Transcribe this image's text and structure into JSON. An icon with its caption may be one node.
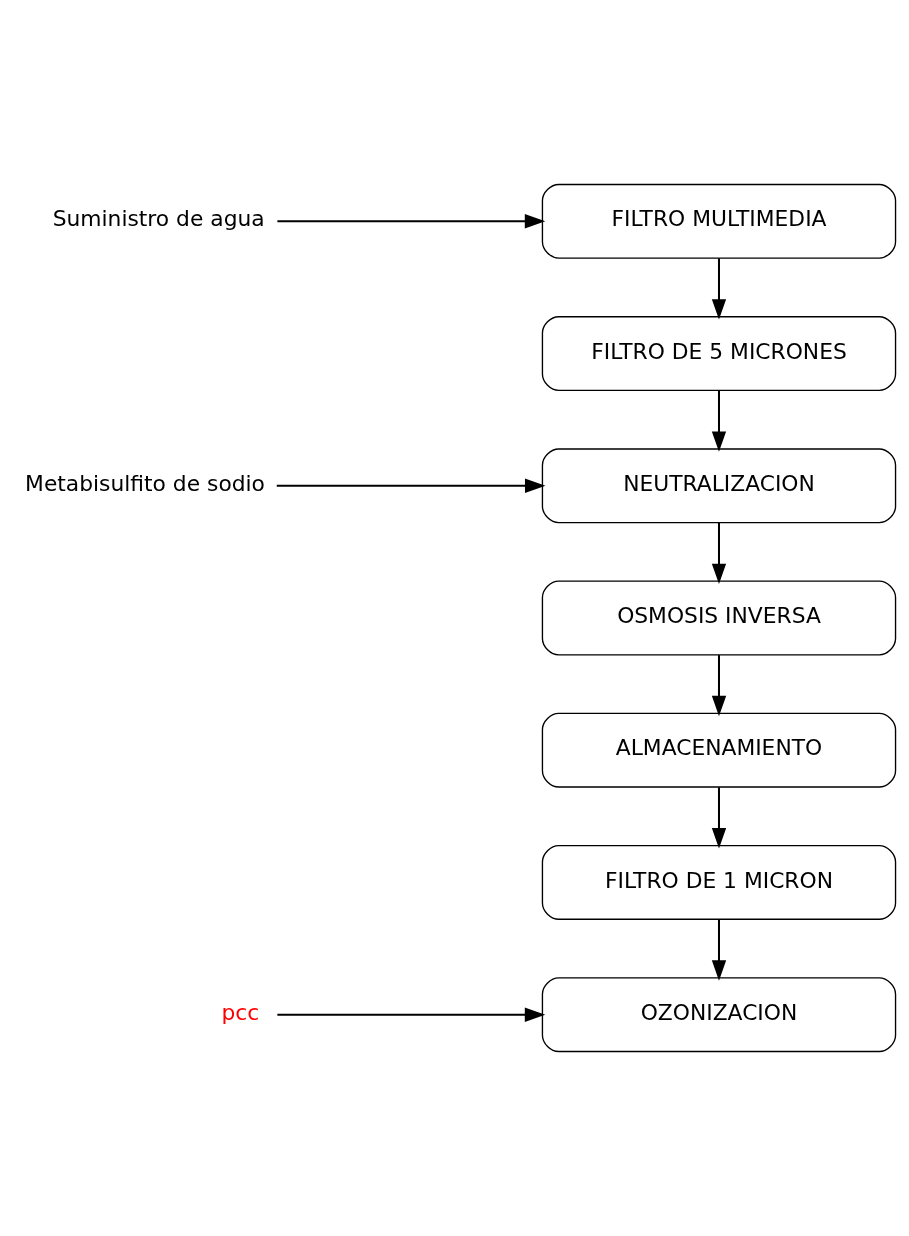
{
  "diagram": {
    "nodes": [
      {
        "text": [
          "Suministro de agua"
        ]
      },
      {
        "text": [
          "FILTRO MULTIMEDIA"
        ]
      },
      {
        "text": [
          "FILTRO DE 5 MICRONES"
        ]
      },
      {
        "text": [
          "Metabisulfito de sodio"
        ]
      },
      {
        "text": [
          "NEUTRALIZACION"
        ]
      },
      {
        "text": [
          "OSMOSIS INVERSA"
        ]
      },
      {
        "text": [
          "ALMACENAMIENTO"
        ]
      },
      {
        "text": [
          "FILTRO DE 1 MICRON"
        ]
      },
      {
        "text": [
          "pcc"
        ]
      },
      {
        "text": [
          "OZONIZACION"
        ]
      }
    ],
    "edges": [
      {
        "from": 0,
        "to": 1,
        "arrow": "to"
      },
      {
        "from": 1,
        "to": 2,
        "arrow": "to"
      },
      {
        "from": 2,
        "to": 4,
        "arrow": "to"
      },
      {
        "from": 3,
        "to": 4,
        "arrow": "to"
      },
      {
        "from": 4,
        "to": 5,
        "arrow": "to"
      },
      {
        "from": 5,
        "to": 6,
        "arrow": "to"
      },
      {
        "from": 6,
        "to": 7,
        "arrow": "to"
      },
      {
        "from": 7,
        "to": 9,
        "arrow": "to"
      },
      {
        "from": 8,
        "to": 9,
        "arrow": "to"
      }
    ]
  }
}
